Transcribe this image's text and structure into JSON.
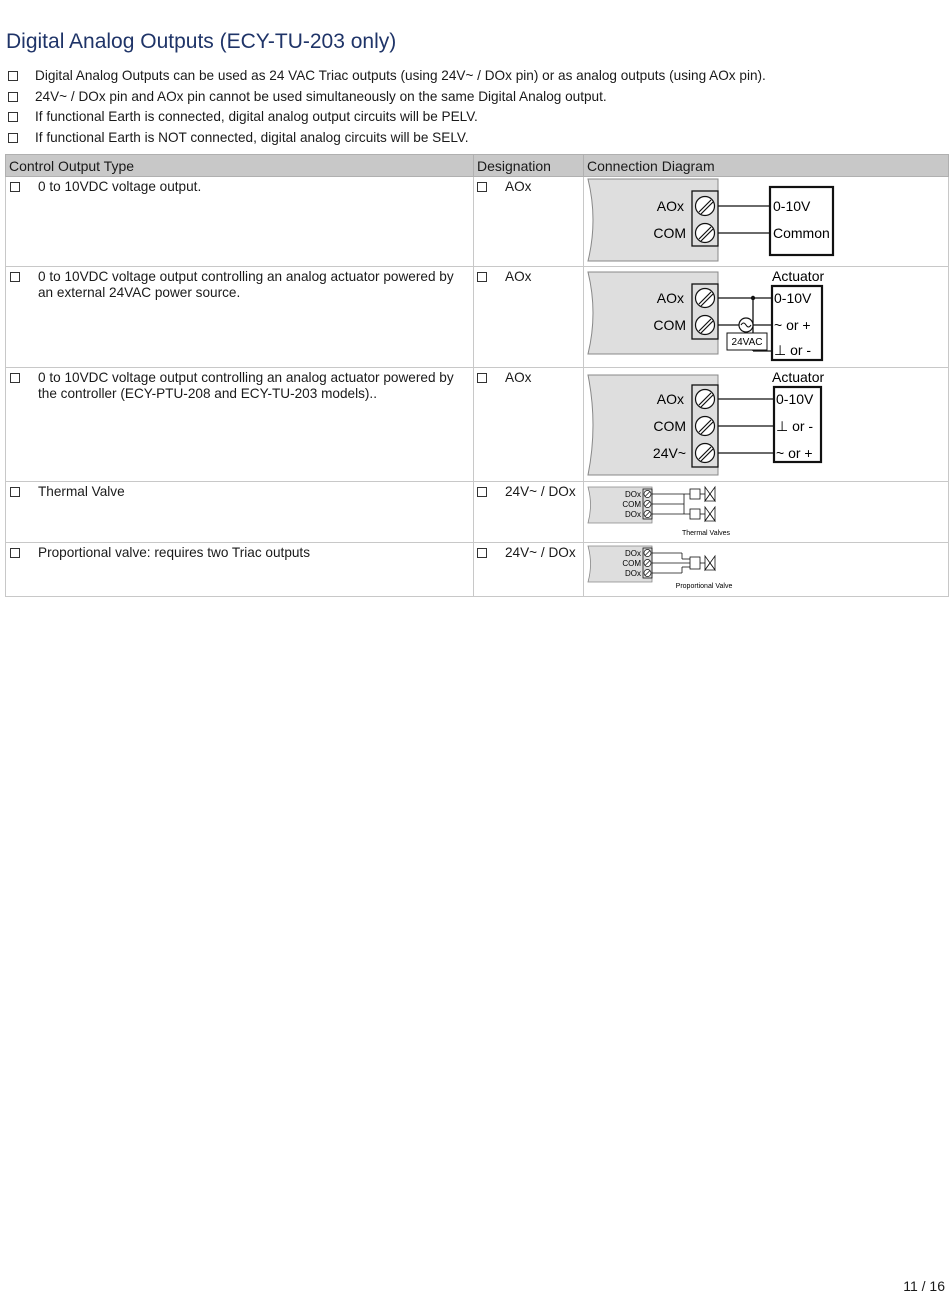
{
  "page": {
    "title": "Digital Analog Outputs (ECY-TU-203 only)",
    "page_number": "11 / 16"
  },
  "bullets": [
    "Digital Analog Outputs can be used as 24 VAC Triac outputs (using 24V~ / DOx pin) or as analog outputs (using AOx pin).",
    "24V~ / DOx pin and AOx pin cannot be used simultaneously on the same Digital Analog output.",
    "If functional Earth is connected, digital analog output circuits will be PELV.",
    "If functional Earth is NOT connected, digital analog circuits will be SELV."
  ],
  "table": {
    "headers": [
      "Control Output Type",
      "Designation",
      "Connection Diagram"
    ],
    "rows": [
      {
        "type": "0 to 10VDC voltage output.",
        "designation": "AOx",
        "diagram": {
          "terminals": [
            "AOx",
            "COM"
          ],
          "box_labels": [
            "0-10V",
            "Common"
          ]
        }
      },
      {
        "type": "0 to 10VDC voltage output controlling an analog actuator powered by an external 24VAC power source.",
        "designation": "AOx",
        "diagram": {
          "terminals": [
            "AOx",
            "COM"
          ],
          "box_title": "Actuator",
          "box_labels": [
            "0-10V",
            "~ or +",
            "⊥ or -"
          ],
          "source_label": "24VAC"
        }
      },
      {
        "type": "0 to 10VDC voltage output controlling an analog actuator powered by the controller (ECY-PTU-208 and ECY-TU-203 models)..",
        "designation": "AOx",
        "diagram": {
          "terminals": [
            "AOx",
            "COM",
            "24V~"
          ],
          "box_title": "Actuator",
          "box_labels": [
            "0-10V",
            "⊥ or -",
            "~ or +"
          ]
        }
      },
      {
        "type": "Thermal Valve",
        "designation": "24V~ / DOx",
        "diagram": {
          "terminals": [
            "DOx",
            "COM",
            "DOx"
          ],
          "caption": "Thermal Valves"
        }
      },
      {
        "type": "Proportional valve: requires two Triac outputs",
        "designation": "24V~ / DOx",
        "diagram": {
          "terminals": [
            "DOx",
            "COM",
            "DOx"
          ],
          "caption": "Proportional Valve"
        }
      }
    ]
  }
}
